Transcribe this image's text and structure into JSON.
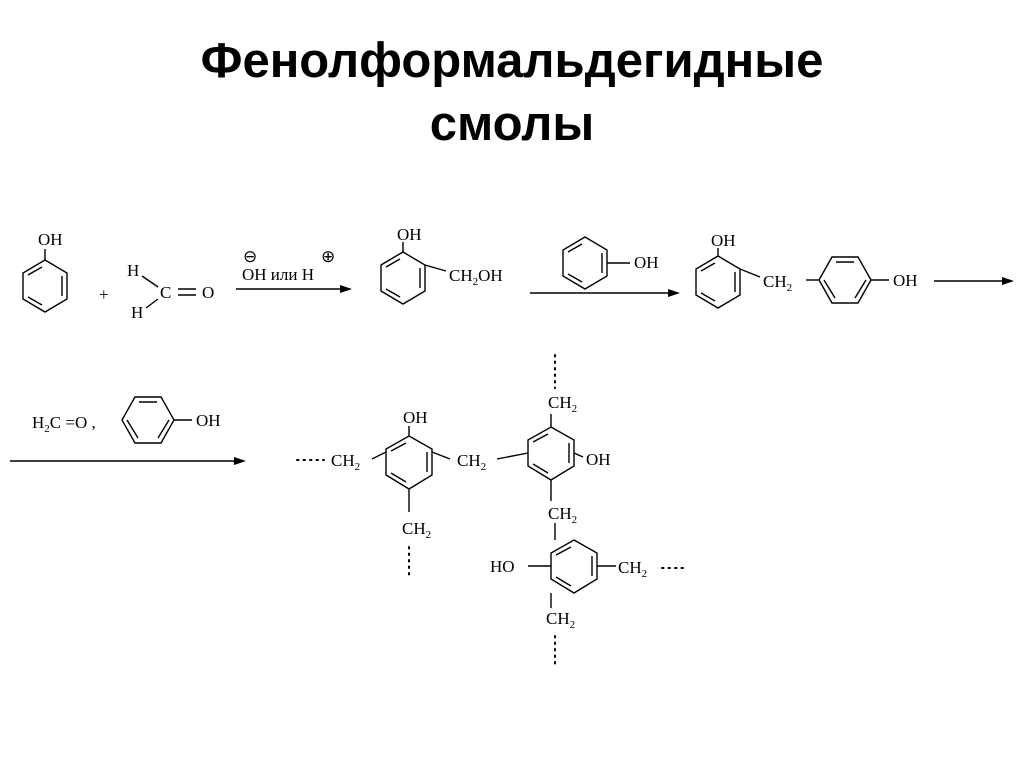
{
  "title": {
    "line1": "Фенолформальдегидные",
    "line2": "смолы"
  },
  "row1": {
    "phenol_oh": "OH",
    "plus": "+",
    "formaldehyde": {
      "h_top": "H",
      "h_bottom": "H",
      "carbon": "C",
      "oxygen": "O"
    },
    "arrow1_charges": {
      "minus": "⊖",
      "plus": "⊕"
    },
    "arrow1_label": "OH или H",
    "product1": {
      "oh": "OH",
      "ch2": "CH",
      "ch2_sub": "2",
      "ch2_oh": "OH"
    },
    "arrow2_reagent_oh": "OH",
    "product2": {
      "oh_left": "OH",
      "ch2": "CH",
      "ch2_sub": "2",
      "oh_right": "OH"
    }
  },
  "row2": {
    "reagent": {
      "h2c": "H",
      "h2c_sub": "2",
      "h2c_rest": "C =O ,",
      "oh": "OH"
    },
    "resin": {
      "ch2_left": "CH",
      "ch2_left_sub": "2",
      "oh_ring1": "OH",
      "ch2_bridge": "CH",
      "ch2_bridge_sub": "2",
      "ch2_top": "CH",
      "ch2_top_sub": "2",
      "oh_ring2": "OH",
      "ch2_ring1_bottom": "CH",
      "ch2_ring1_bottom_sub": "2",
      "ch2_ring2_bottom": "CH",
      "ch2_ring2_bottom_sub": "2",
      "ho_ring3": "HO",
      "ch2_ring3_right": "CH",
      "ch2_ring3_right_sub": "2",
      "ch2_ring3_bottom": "CH",
      "ch2_ring3_bottom_sub": "2"
    }
  }
}
